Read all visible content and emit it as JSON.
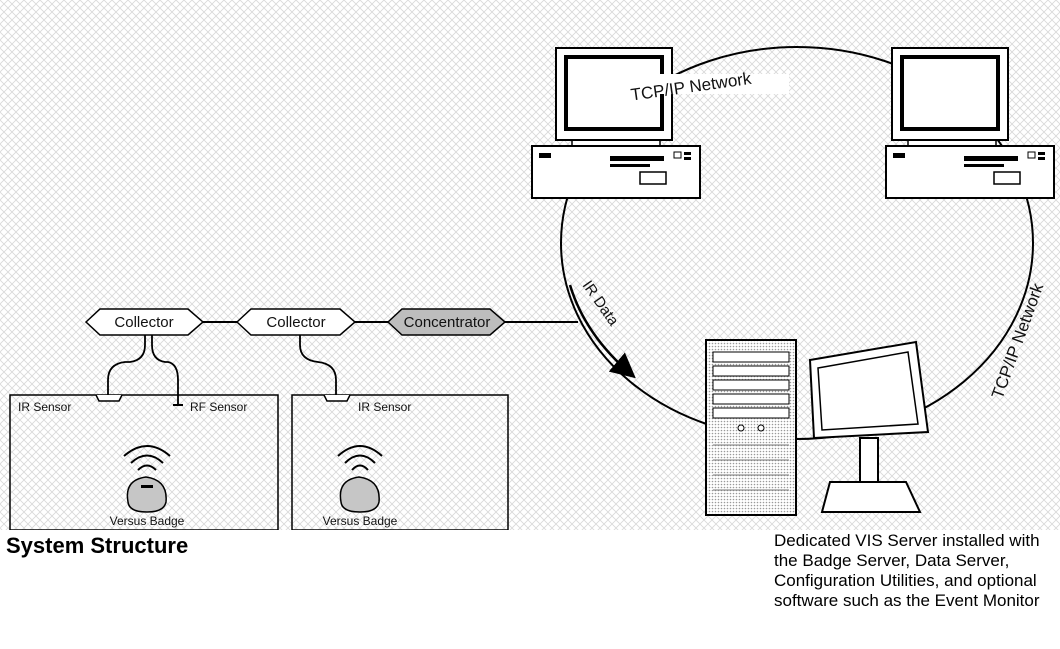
{
  "network": {
    "label_top": "TCP/IP Network",
    "label_right": "TCP/IP Network",
    "label_ir": "IR Data"
  },
  "chain": {
    "collector_1": "Collector",
    "collector_2": "Collector",
    "concentrator": "Concentrator"
  },
  "room_1": {
    "ir_sensor": "IR Sensor",
    "rf_sensor": "RF Sensor",
    "badge": "Versus Badge"
  },
  "room_2": {
    "ir_sensor": "IR Sensor",
    "badge": "Versus Badge"
  },
  "caption": {
    "title": "System Structure",
    "description": "Dedicated VIS Server installed with the Badge Server, Data Server, Configuration Utilities, and optional software such as the Event Monitor"
  },
  "colors": {
    "background_pattern": "#dcdcdc",
    "concentrator_fill": "#bdbdbd",
    "line": "#000000"
  }
}
